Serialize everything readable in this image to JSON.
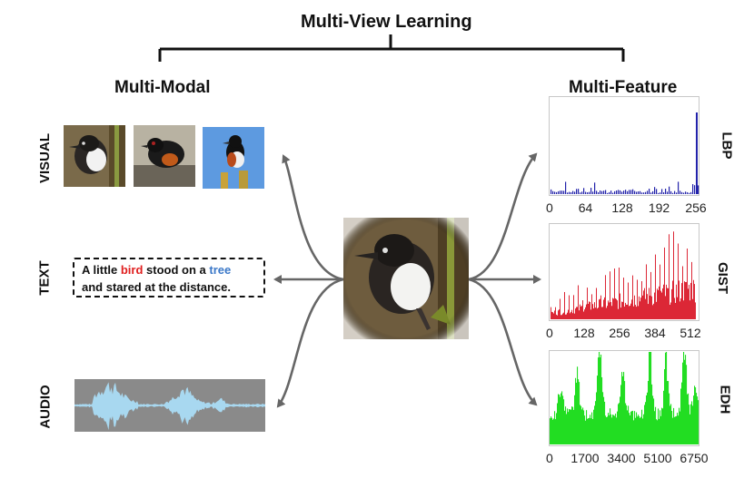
{
  "title": "Multi-View Learning",
  "left_heading": "Multi-Modal",
  "right_heading": "Multi-Feature",
  "modalities": {
    "visual": "VISUAL",
    "text": "TEXT",
    "audio": "AUDIO"
  },
  "text_caption": {
    "part1": "A little ",
    "word1": "bird",
    "part2": " stood on a ",
    "word2": "tree",
    "line2": "and stared at the distance."
  },
  "features": {
    "lbp": {
      "label": "LBP",
      "ticks": [
        "0",
        "64",
        "128",
        "192",
        "256"
      ],
      "color": "#2222aa"
    },
    "gist": {
      "label": "GIST",
      "ticks": [
        "0",
        "128",
        "256",
        "384",
        "512"
      ],
      "color": "#d81020"
    },
    "edh": {
      "label": "EDH",
      "ticks": [
        "0",
        "1700",
        "3400",
        "5100",
        "6750"
      ],
      "color": "#22dd22"
    }
  },
  "colors": {
    "arrow": "#666666",
    "audio_bg": "#8a8a8a",
    "waveform": "#a8d8f0"
  }
}
